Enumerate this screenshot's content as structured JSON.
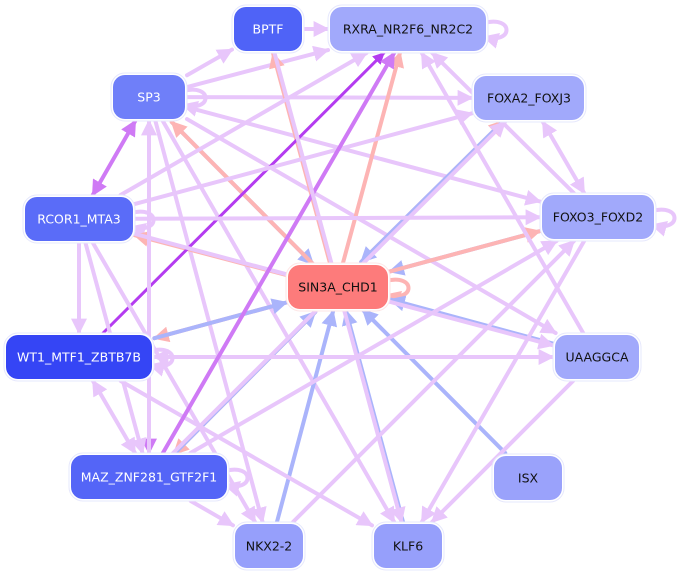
{
  "diagram": {
    "type": "directed-network",
    "colors": {
      "edge_regulatory": "#e8c6fb",
      "edge_regulatory_strong": "#cf7af5",
      "edge_regulatory_strongest": "#b43cf0",
      "edge_hub_in": "#aab4fb",
      "edge_hub_out": "#fdb4b4",
      "node_outline": "#e6e8fc",
      "hub_outline": "#fde6e6"
    },
    "nodes": [
      {
        "id": "BPTF",
        "label": "BPTF",
        "fill": "#4f63f7",
        "text": "#ffffff"
      },
      {
        "id": "RXRA",
        "label": "RXRA_NR2F6_NR2C2",
        "fill": "#a1a9fb",
        "text": "#111111"
      },
      {
        "id": "SP3",
        "label": "SP3",
        "fill": "#6f7ff9",
        "text": "#ffffff"
      },
      {
        "id": "FOXA2",
        "label": "FOXA2_FOXJ3",
        "fill": "#a1a9fb",
        "text": "#111111"
      },
      {
        "id": "RCOR1",
        "label": "RCOR1_MTA3",
        "fill": "#5a6cf8",
        "text": "#ffffff"
      },
      {
        "id": "FOXO3",
        "label": "FOXO3_FOXD2",
        "fill": "#a1a9fb",
        "text": "#111111"
      },
      {
        "id": "SIN3A",
        "label": "SIN3A_CHD1",
        "fill": "#fd7b7b",
        "text": "#111111"
      },
      {
        "id": "WT1",
        "label": "WT1_MTF1_ZBTB7B",
        "fill": "#3545f5",
        "text": "#ffffff"
      },
      {
        "id": "UAAGGCA",
        "label": "UAAGGCA",
        "fill": "#a1a9fb",
        "text": "#111111"
      },
      {
        "id": "MAZ",
        "label": "MAZ_ZNF281_GTF2F1",
        "fill": "#5465f7",
        "text": "#ffffff"
      },
      {
        "id": "ISX",
        "label": "ISX",
        "fill": "#9aa2fb",
        "text": "#111111"
      },
      {
        "id": "NKX22",
        "label": "NKX2-2",
        "fill": "#969ffb",
        "text": "#111111"
      },
      {
        "id": "KLF6",
        "label": "KLF6",
        "fill": "#969ffb",
        "text": "#111111"
      }
    ],
    "edges": [
      {
        "from": "BPTF",
        "to": "RXRA",
        "kind": "regulatory"
      },
      {
        "from": "RXRA",
        "to": "RXRA",
        "kind": "regulatory",
        "self": true
      },
      {
        "from": "SP3",
        "to": "SP3",
        "kind": "regulatory",
        "self": true
      },
      {
        "from": "RCOR1",
        "to": "RCOR1",
        "kind": "regulatory",
        "self": true
      },
      {
        "from": "FOXO3",
        "to": "FOXO3",
        "kind": "regulatory",
        "self": true
      },
      {
        "from": "SIN3A",
        "to": "SIN3A",
        "kind": "hub_out",
        "self": true
      },
      {
        "from": "MAZ",
        "to": "MAZ",
        "kind": "regulatory",
        "self": true
      },
      {
        "from": "WT1",
        "to": "WT1",
        "kind": "regulatory",
        "self": true
      },
      {
        "from": "SP3",
        "to": "FOXA2",
        "kind": "regulatory"
      },
      {
        "from": "SP3",
        "to": "BPTF",
        "kind": "regulatory"
      },
      {
        "from": "SP3",
        "to": "RXRA",
        "kind": "regulatory"
      },
      {
        "from": "SP3",
        "to": "RCOR1",
        "kind": "regulatory_strong",
        "bidir": true
      },
      {
        "from": "SP3",
        "to": "MAZ",
        "kind": "regulatory_strong"
      },
      {
        "from": "SP3",
        "to": "NKX22",
        "kind": "regulatory"
      },
      {
        "from": "SP3",
        "to": "KLF6",
        "kind": "regulatory"
      },
      {
        "from": "SP3",
        "to": "UAAGGCA",
        "kind": "regulatory"
      },
      {
        "from": "SP3",
        "to": "FOXO3",
        "kind": "regulatory"
      },
      {
        "from": "SP3",
        "to": "SIN3A",
        "kind": "hub_in"
      },
      {
        "from": "SIN3A",
        "to": "SP3",
        "kind": "hub_out"
      },
      {
        "from": "SIN3A",
        "to": "BPTF",
        "kind": "hub_out"
      },
      {
        "from": "SIN3A",
        "to": "RXRA",
        "kind": "hub_out"
      },
      {
        "from": "SIN3A",
        "to": "FOXA2",
        "kind": "hub_out"
      },
      {
        "from": "FOXA2",
        "to": "SIN3A",
        "kind": "hub_in"
      },
      {
        "from": "FOXO3",
        "to": "SIN3A",
        "kind": "hub_in"
      },
      {
        "from": "SIN3A",
        "to": "FOXO3",
        "kind": "hub_out"
      },
      {
        "from": "SIN3A",
        "to": "RCOR1",
        "kind": "hub_out"
      },
      {
        "from": "SIN3A",
        "to": "WT1",
        "kind": "hub_out"
      },
      {
        "from": "WT1",
        "to": "SIN3A",
        "kind": "hub_in"
      },
      {
        "from": "SIN3A",
        "to": "MAZ",
        "kind": "hub_out"
      },
      {
        "from": "MAZ",
        "to": "SIN3A",
        "kind": "hub_in"
      },
      {
        "from": "NKX22",
        "to": "SIN3A",
        "kind": "hub_in"
      },
      {
        "from": "KLF6",
        "to": "SIN3A",
        "kind": "hub_in"
      },
      {
        "from": "ISX",
        "to": "SIN3A",
        "kind": "hub_in"
      },
      {
        "from": "UAAGGCA",
        "to": "SIN3A",
        "kind": "hub_in"
      },
      {
        "from": "WT1",
        "to": "RXRA",
        "kind": "regulatory_strongest"
      },
      {
        "from": "RCOR1",
        "to": "RXRA",
        "kind": "regulatory"
      },
      {
        "from": "RCOR1",
        "to": "FOXA2",
        "kind": "regulatory"
      },
      {
        "from": "RCOR1",
        "to": "FOXO3",
        "kind": "regulatory"
      },
      {
        "from": "RCOR1",
        "to": "WT1",
        "kind": "regulatory"
      },
      {
        "from": "RCOR1",
        "to": "MAZ",
        "kind": "regulatory"
      },
      {
        "from": "RCOR1",
        "to": "NKX22",
        "kind": "regulatory"
      },
      {
        "from": "RCOR1",
        "to": "UAAGGCA",
        "kind": "regulatory"
      },
      {
        "from": "WT1",
        "to": "MAZ",
        "kind": "regulatory",
        "bidir": true
      },
      {
        "from": "WT1",
        "to": "UAAGGCA",
        "kind": "regulatory"
      },
      {
        "from": "WT1",
        "to": "KLF6",
        "kind": "regulatory"
      },
      {
        "from": "UAAGGCA",
        "to": "WT1",
        "kind": "regulatory"
      },
      {
        "from": "MAZ",
        "to": "RXRA",
        "kind": "regulatory_strong"
      },
      {
        "from": "MAZ",
        "to": "FOXA2",
        "kind": "regulatory"
      },
      {
        "from": "MAZ",
        "to": "FOXO3",
        "kind": "regulatory"
      },
      {
        "from": "MAZ",
        "to": "NKX22",
        "kind": "regulatory"
      },
      {
        "from": "MAZ",
        "to": "SP3",
        "kind": "regulatory"
      },
      {
        "from": "FOXO3",
        "to": "FOXA2",
        "kind": "regulatory",
        "bidir": true
      },
      {
        "from": "FOXO3",
        "to": "KLF6",
        "kind": "regulatory"
      },
      {
        "from": "UAAGGCA",
        "to": "RXRA",
        "kind": "regulatory"
      },
      {
        "from": "UAAGGCA",
        "to": "KLF6",
        "kind": "regulatory"
      },
      {
        "from": "FOXO3",
        "to": "RXRA",
        "kind": "regulatory"
      },
      {
        "from": "BPTF",
        "to": "KLF6",
        "kind": "regulatory"
      },
      {
        "from": "NKX22",
        "to": "FOXO3",
        "kind": "regulatory"
      }
    ]
  }
}
